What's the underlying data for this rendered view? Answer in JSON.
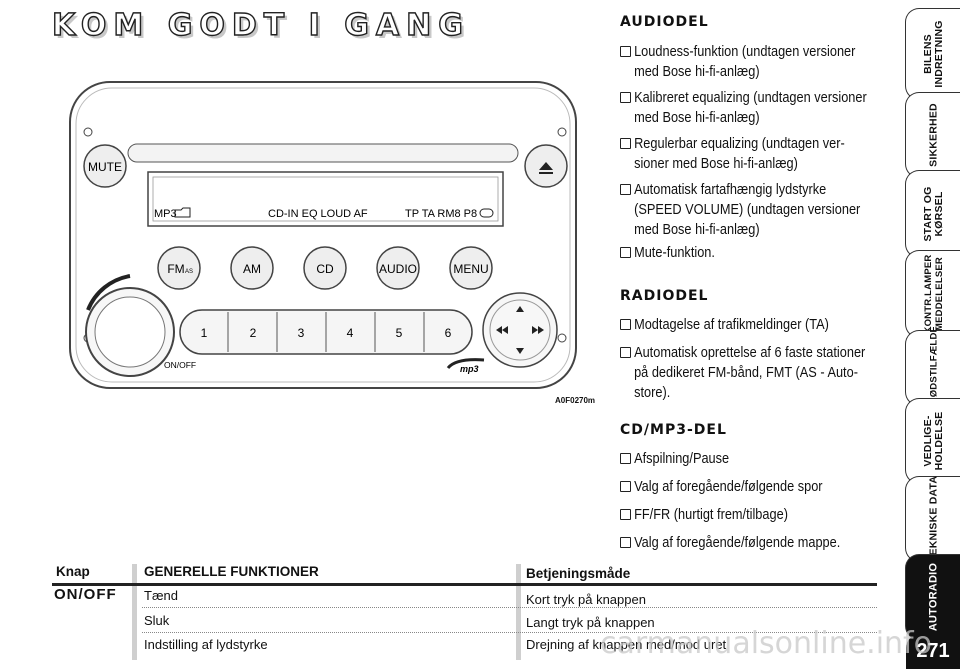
{
  "title": "KOM GODT I GANG",
  "figure_code": "A0F0270m",
  "radio": {
    "mute": "MUTE",
    "eject_icon": "eject-icon",
    "display_left": "MP3",
    "display_mid": "CD-IN EQ LOUD AF",
    "display_right": "TP TA RM8 P8",
    "buttons": [
      "FM",
      "AM",
      "CD",
      "AUDIO",
      "MENU"
    ],
    "fm_sub": "AS",
    "presets": [
      "1",
      "2",
      "3",
      "4",
      "5",
      "6"
    ],
    "onoff": "ON/OFF",
    "logo": "mp3"
  },
  "audiodel": {
    "heading": "AUDIODEL",
    "items": [
      [
        "Loudness-funktion (undtagen versioner",
        "med Bose hi-fi-anlæg)"
      ],
      [
        "Kalibreret equalizing (undtagen versioner",
        "med Bose hi-fi-anlæg)"
      ],
      [
        "Regulerbar equalizing (undtagen ver-",
        "sioner med Bose hi-fi-anlæg)"
      ],
      [
        "Automatisk fartafhængig lydstyrke",
        "(SPEED VOLUME) (undtagen versioner",
        "med Bose hi-fi-anlæg)"
      ],
      [
        "Mute-funktion."
      ]
    ]
  },
  "radiodel": {
    "heading": "RADIODEL",
    "items": [
      [
        "Modtagelse af trafikmeldinger (TA)"
      ],
      [
        "Automatisk oprettelse af 6 faste stationer",
        "på dedikeret FM-bånd, FMT (AS - Auto-",
        "store)."
      ]
    ]
  },
  "cddel": {
    "heading": "CD/MP3-DEL",
    "items": [
      [
        "Afspilning/Pause"
      ],
      [
        "Valg af foregående/følgende spor"
      ],
      [
        "FF/FR (hurtigt frem/tilbage)"
      ],
      [
        "Valg af foregående/følgende mappe."
      ]
    ]
  },
  "table": {
    "col1_header": "Knap",
    "col2_header": "GENERELLE FUNKTIONER",
    "col3_header": "Betjeningsmåde",
    "button_name": "ON/OFF",
    "rows": [
      {
        "function": "Tænd",
        "operation": "Kort tryk på knappen"
      },
      {
        "function": "Sluk",
        "operation": "Langt tryk på knappen"
      },
      {
        "function": "Indstilling af lydstyrke",
        "operation": "Drejning af knappen med/mod uret"
      }
    ]
  },
  "sidebar": {
    "tabs": [
      "BILENS INDRETNING",
      "SIKKERHED",
      "START OG KØRSEL",
      "KONTR.LAMPER MEDDELELSER",
      "I NØDSTILFÆLDE",
      "VEDLIGE- HOLDELSE",
      "TEKNISKE DATA",
      "AUTORADIO"
    ],
    "page_number": "271"
  },
  "watermark": "carmanualsonline.info"
}
